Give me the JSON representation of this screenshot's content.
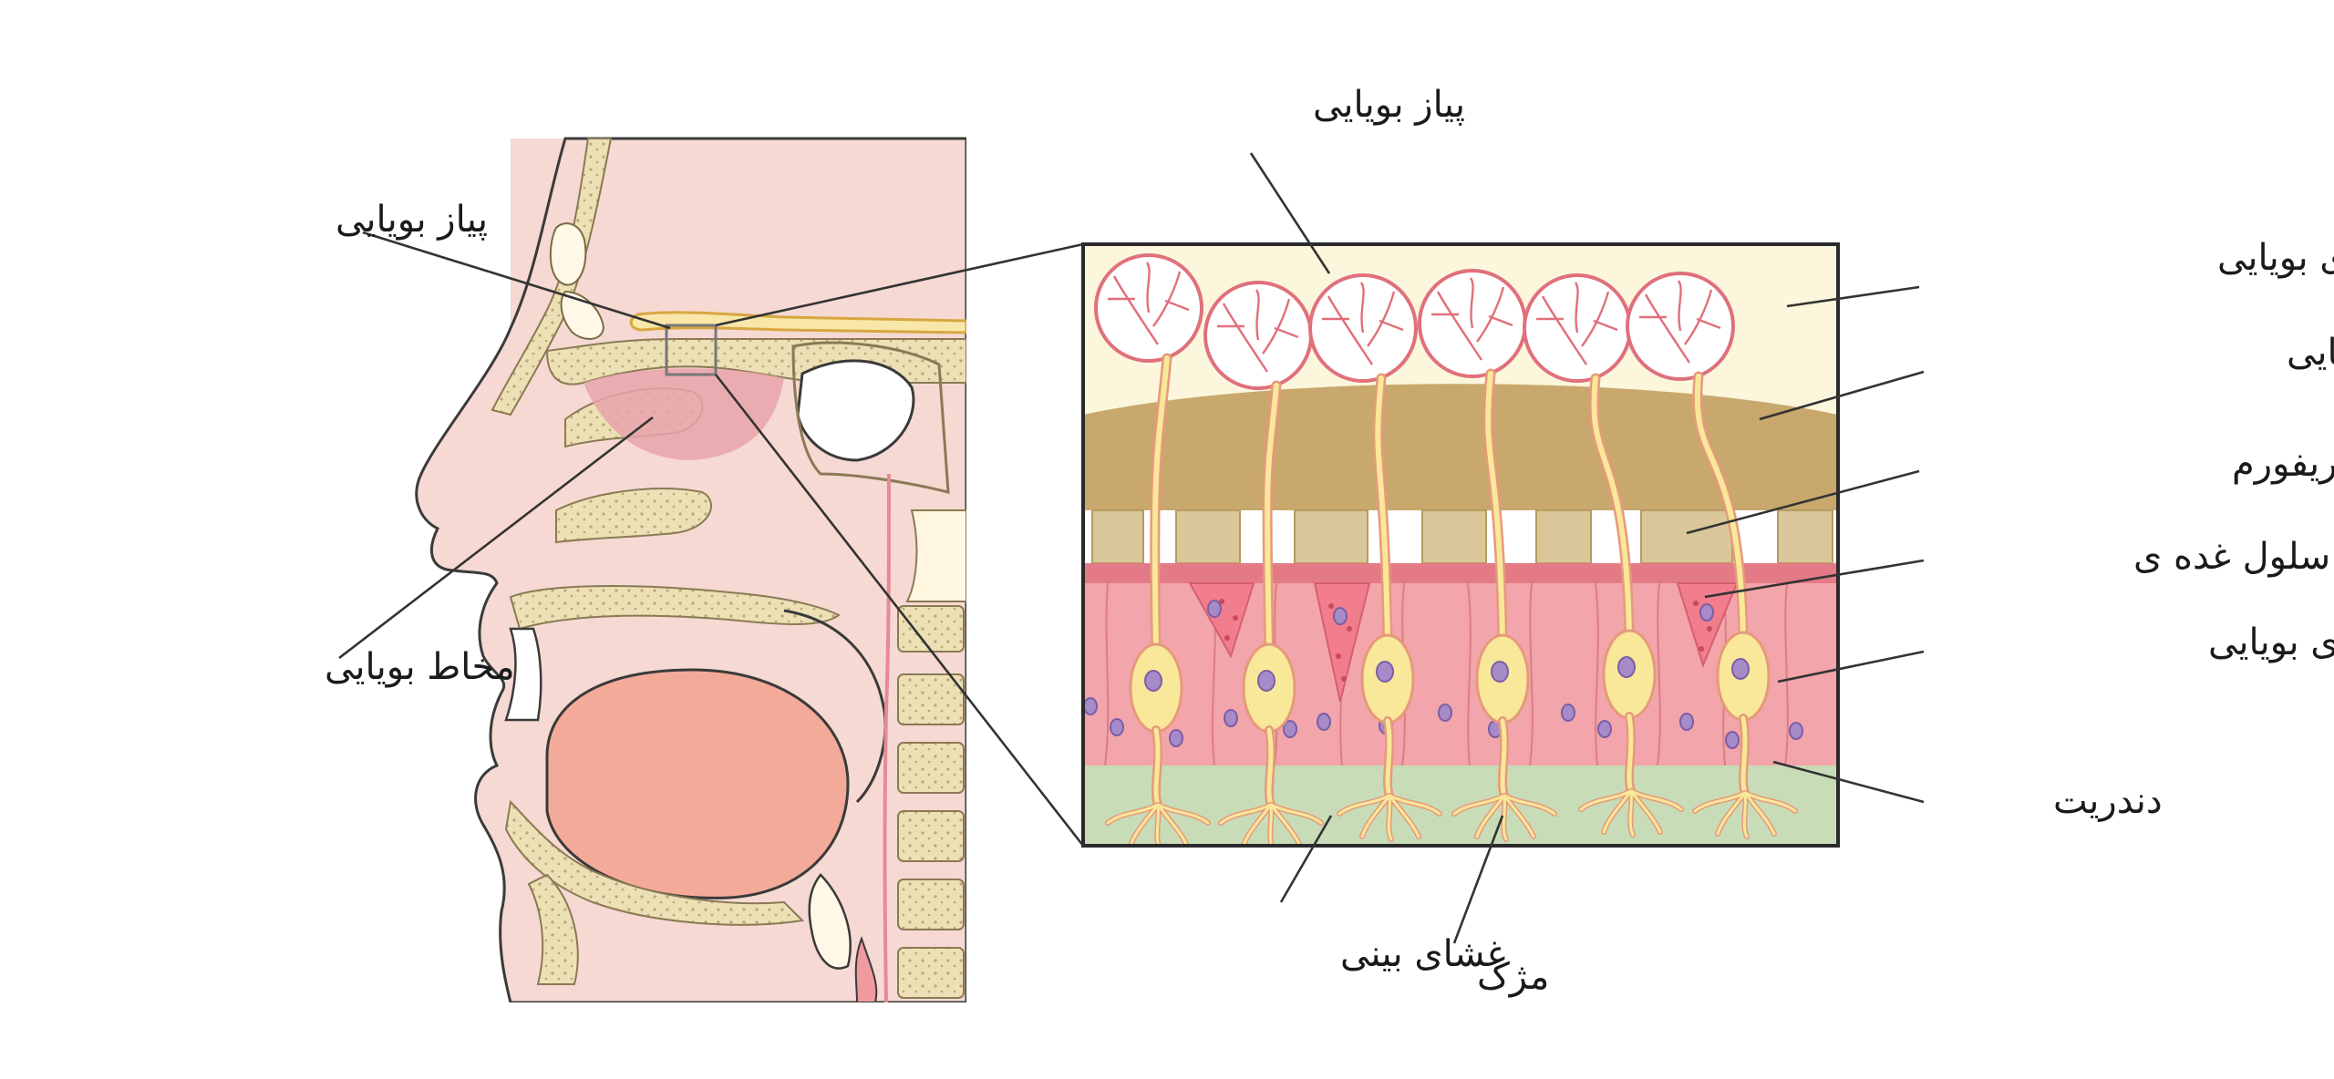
{
  "labels": {
    "bulb_left": "پیاز بویایی",
    "mucosa": "مخاط بویایی",
    "bulb_top": "پیاز بویایی",
    "receptors_top": "گیرنده های بویایی",
    "nerve_fibers": "رشته های عصب بویایی",
    "cribriform": "صفحه کریبریفورم",
    "gland_cell": "سلول غده ی",
    "receptors_bottom": "گیرنده های بویایی",
    "dendrite": "دندریت",
    "nasal_membrane": "غشای بینی",
    "cilia": "مژک"
  },
  "colors": {
    "skin": "#f6d9d2",
    "bone": "#ede2b8",
    "epithelium": "#f2a5aa",
    "bulb_layer": "#fbf6dc",
    "plate": "#c8a86c",
    "mucus": "#c9dcb8",
    "neuron": "#f9e79a",
    "nucleus": "#a78bc9",
    "oral": "#f4aa98"
  }
}
